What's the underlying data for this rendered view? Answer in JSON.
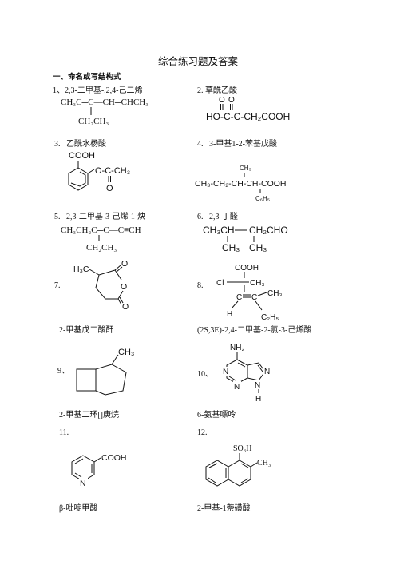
{
  "document": {
    "title": "综合练习题及答案",
    "section_heading": "一、命名或写结构式",
    "items": [
      {
        "number": "1、",
        "label": "2,3-二甲基-.2,4-己二烯"
      },
      {
        "number": "2.",
        "label": "草酰乙酸"
      },
      {
        "number": "3.",
        "label": "乙酰水杨酸"
      },
      {
        "number": "4.",
        "label": "3-甲基1-2-苯基戊酸"
      },
      {
        "number": "5.",
        "label": "2,3-二甲基-3-己烯-1-炔"
      },
      {
        "number": "6.",
        "label": "2,3-丁醛"
      },
      {
        "number": "7.",
        "label": "2-甲基戊二酸酐"
      },
      {
        "number": "8.",
        "label": "(2S,3E)-2,4-二甲基-2-氯-3-己烯酸"
      },
      {
        "number": "9、",
        "label": "2-甲基二环[]庚烷"
      },
      {
        "number": "10、",
        "label": "6-氨基嘌呤"
      },
      {
        "number": "11.",
        "label": "β-吡啶甲酸"
      },
      {
        "number": "12.",
        "label": "2-甲基-1萘磺酸"
      }
    ]
  },
  "structures": {
    "s1": {
      "line1": "CH₃C═C—CH═CHCH₃",
      "line2": "CH₂CH₃"
    },
    "s2": {
      "o1": "O",
      "o2": "O",
      "main": "HO-C-C-CH₂COOH"
    },
    "s3": {
      "cooh": "COOH",
      "ester": "O-C-CH₃",
      "o": "O"
    },
    "s4": {
      "ch3": "CH₃",
      "main": "CH₃-CH₂-CH-CH-COOH",
      "c6h5": "C₆H₅"
    },
    "s5": {
      "line1": "CH₃CH₂C═C—C≡CH",
      "line2": "CH₂CH₃"
    },
    "s6": {
      "left": "CH₃CH",
      "right": "CH₂CHO",
      "ch3a": "CH₃",
      "ch3b": "CH₃"
    },
    "s7": {
      "h3c": "H₃C",
      "o1": "O",
      "o2": "O",
      "o3": "O"
    },
    "s8": {
      "cooh": "COOH",
      "cl": "Cl",
      "ch3a": "CH₃",
      "c1": "C",
      "c2": "C",
      "ch3b": "CH₃",
      "h": "H",
      "c2h5": "C₂H₅"
    },
    "s9": {
      "ch3": "CH₃"
    },
    "s10": {
      "nh2": "NH₂",
      "n1": "N",
      "n3": "N",
      "n7": "N",
      "n9": "N",
      "h": "H"
    },
    "s11": {
      "cooh": "COOH",
      "n": "N"
    },
    "s12": {
      "so3h": "SO₃H",
      "ch3": "CH₃"
    }
  }
}
